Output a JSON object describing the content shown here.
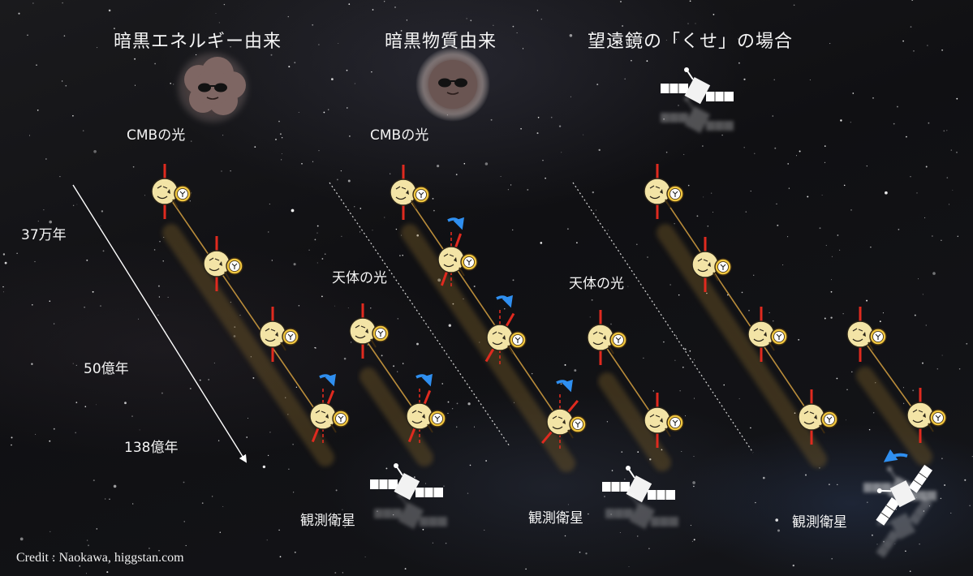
{
  "headings": {
    "dark_energy": "暗黒エネルギー由来",
    "dark_matter": "暗黒物質由来",
    "telescope": "望遠鏡の「くせ」の場合"
  },
  "labels": {
    "cmb_light_1": "CMBの光",
    "cmb_light_2": "CMBの光",
    "object_light_1": "天体の光",
    "object_light_2": "天体の光",
    "satellite_1": "観測衛星",
    "satellite_2": "観測衛星",
    "satellite_3": "観測衛星"
  },
  "timeline": {
    "t1": "37万年",
    "t2": "50億年",
    "t3": "138億年"
  },
  "credit": "Credit : Naokawa, higgstan.com",
  "colors": {
    "polarization_line": "#e02a1f",
    "rotation_arrow": "#2f8ff0",
    "photon_face": "#f3e4a6",
    "path_glow": "#8a6a2a",
    "text": "#f4f4f4"
  },
  "icons": [
    "dark-energy-cloud-icon",
    "dark-matter-blob-icon",
    "satellite-icon",
    "clock-icon"
  ]
}
